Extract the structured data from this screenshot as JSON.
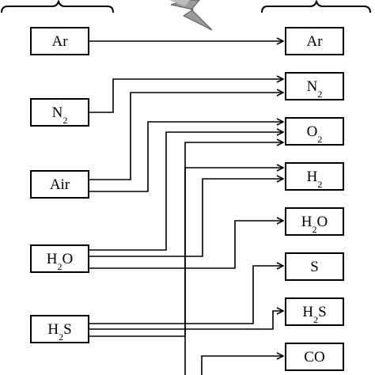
{
  "inputs": [
    {
      "id": "ar",
      "base": "Ar",
      "sub": ""
    },
    {
      "id": "n2",
      "base": "N",
      "sub": "2"
    },
    {
      "id": "air",
      "base": "Air",
      "sub": ""
    },
    {
      "id": "h2o",
      "base": "H",
      "sub": "2",
      "tail": "O"
    },
    {
      "id": "h2s",
      "base": "H",
      "sub": "2",
      "tail": "S"
    }
  ],
  "outputs": [
    {
      "id": "ar",
      "base": "Ar",
      "sub": ""
    },
    {
      "id": "n2",
      "base": "N",
      "sub": "2"
    },
    {
      "id": "o2",
      "base": "O",
      "sub": "2"
    },
    {
      "id": "h2",
      "base": "H",
      "sub": "2"
    },
    {
      "id": "h2o",
      "base": "H",
      "sub": "2",
      "tail": "O"
    },
    {
      "id": "s",
      "base": "S",
      "sub": ""
    },
    {
      "id": "h2s",
      "base": "H",
      "sub": "2",
      "tail": "S"
    },
    {
      "id": "co",
      "base": "CO",
      "sub": ""
    }
  ],
  "connections": [
    {
      "from": "ar",
      "to": "ar"
    },
    {
      "from": "n2",
      "to": "n2"
    },
    {
      "from": "air",
      "to": "n2"
    },
    {
      "from": "air",
      "to": "o2"
    },
    {
      "from": "h2o",
      "to": "o2"
    },
    {
      "from": "h2o",
      "to": "h2"
    },
    {
      "from": "h2o",
      "to": "h2o"
    },
    {
      "from": "h2s",
      "to": "s"
    },
    {
      "from": "h2s",
      "to": "h2s"
    },
    {
      "from": "h2s",
      "to": "h2"
    },
    {
      "to": "o2"
    },
    {
      "to": "co"
    }
  ],
  "icons": [
    "lightning-bolt-icon",
    "left-brace-icon",
    "right-brace-icon"
  ]
}
